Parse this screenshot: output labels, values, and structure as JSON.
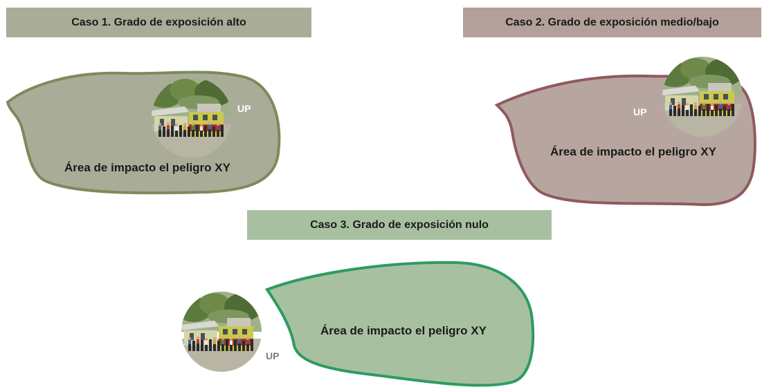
{
  "case1": {
    "title": "Caso 1.  Grado de exposición alto",
    "header_color": "#a9ad98",
    "zone_fill": "#a9ad98",
    "zone_stroke": "#7d8a5c",
    "zone_label": "Área de impacto el peligro XY",
    "up_label": "UP",
    "up_color": "#ffffff"
  },
  "case2": {
    "title": "Caso 2.  Grado de exposición medio/bajo",
    "header_color": "#b3a09a",
    "zone_fill": "#b7a69f",
    "zone_stroke": "#8f5a5e",
    "zone_label": "Área de impacto el peligro XY",
    "up_label": "UP",
    "up_color": "#ffffff"
  },
  "case3": {
    "title": "Caso 3.  Grado de exposición nulo",
    "header_color": "#a7c1a0",
    "zone_fill": "#a7c1a0",
    "zone_stroke": "#2e9b62",
    "zone_label": "Área de impacto el peligro XY",
    "up_label": "UP",
    "up_color": "#7a7a7a"
  }
}
